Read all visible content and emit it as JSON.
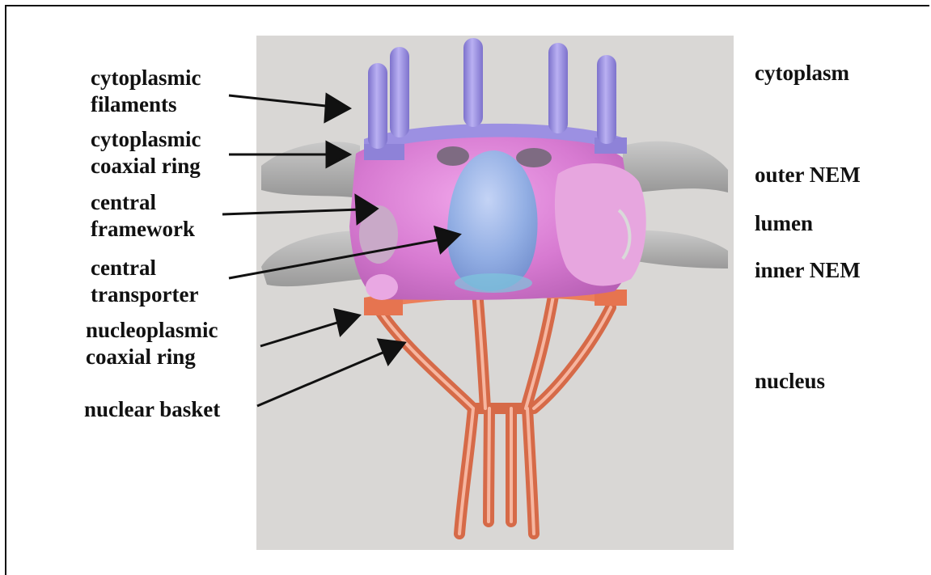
{
  "labels_left": {
    "cytoplasmic_filaments": "cytoplasmic\nfilaments",
    "cytoplasmic_coaxial_ring": "cytoplasmic\ncoaxial ring",
    "central_framework": "central\nframework",
    "central_transporter": "central\ntransporter",
    "nucleoplasmic_coaxial_ring": "nucleoplasmic\ncoaxial ring",
    "nuclear_basket": "nuclear basket"
  },
  "labels_right": {
    "cytoplasm": "cytoplasm",
    "outer_nem": "outer NEM",
    "lumen": "lumen",
    "inner_nem": "inner NEM",
    "nucleus": "nucleus"
  },
  "colors": {
    "filaments": "#9a90e0",
    "framework": "#d67ad0",
    "transporter": "#8fb2e6",
    "basket": "#ee8c6a",
    "membrane": "#a8a8a8",
    "background_panel": "#d9d7d5"
  }
}
